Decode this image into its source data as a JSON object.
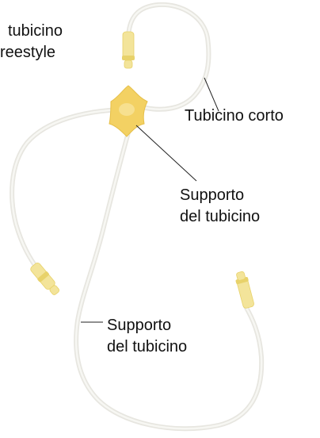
{
  "colors": {
    "tube": "#e7e6e0",
    "tube_highlight": "#f7f7f3",
    "connector": "#f3e49a",
    "connector_dark": "#e8d26a",
    "hub": "#f3d163",
    "leader_line": "#222222",
    "text": "#111111"
  },
  "labels": {
    "top_tubing": [
      "tubicino",
      "reestyle"
    ],
    "short_tubing": "Tubicino corto",
    "holder": [
      "Supporto",
      "del tubicino"
    ],
    "long_tubing": [
      "Supporto",
      "del tubicino"
    ]
  }
}
